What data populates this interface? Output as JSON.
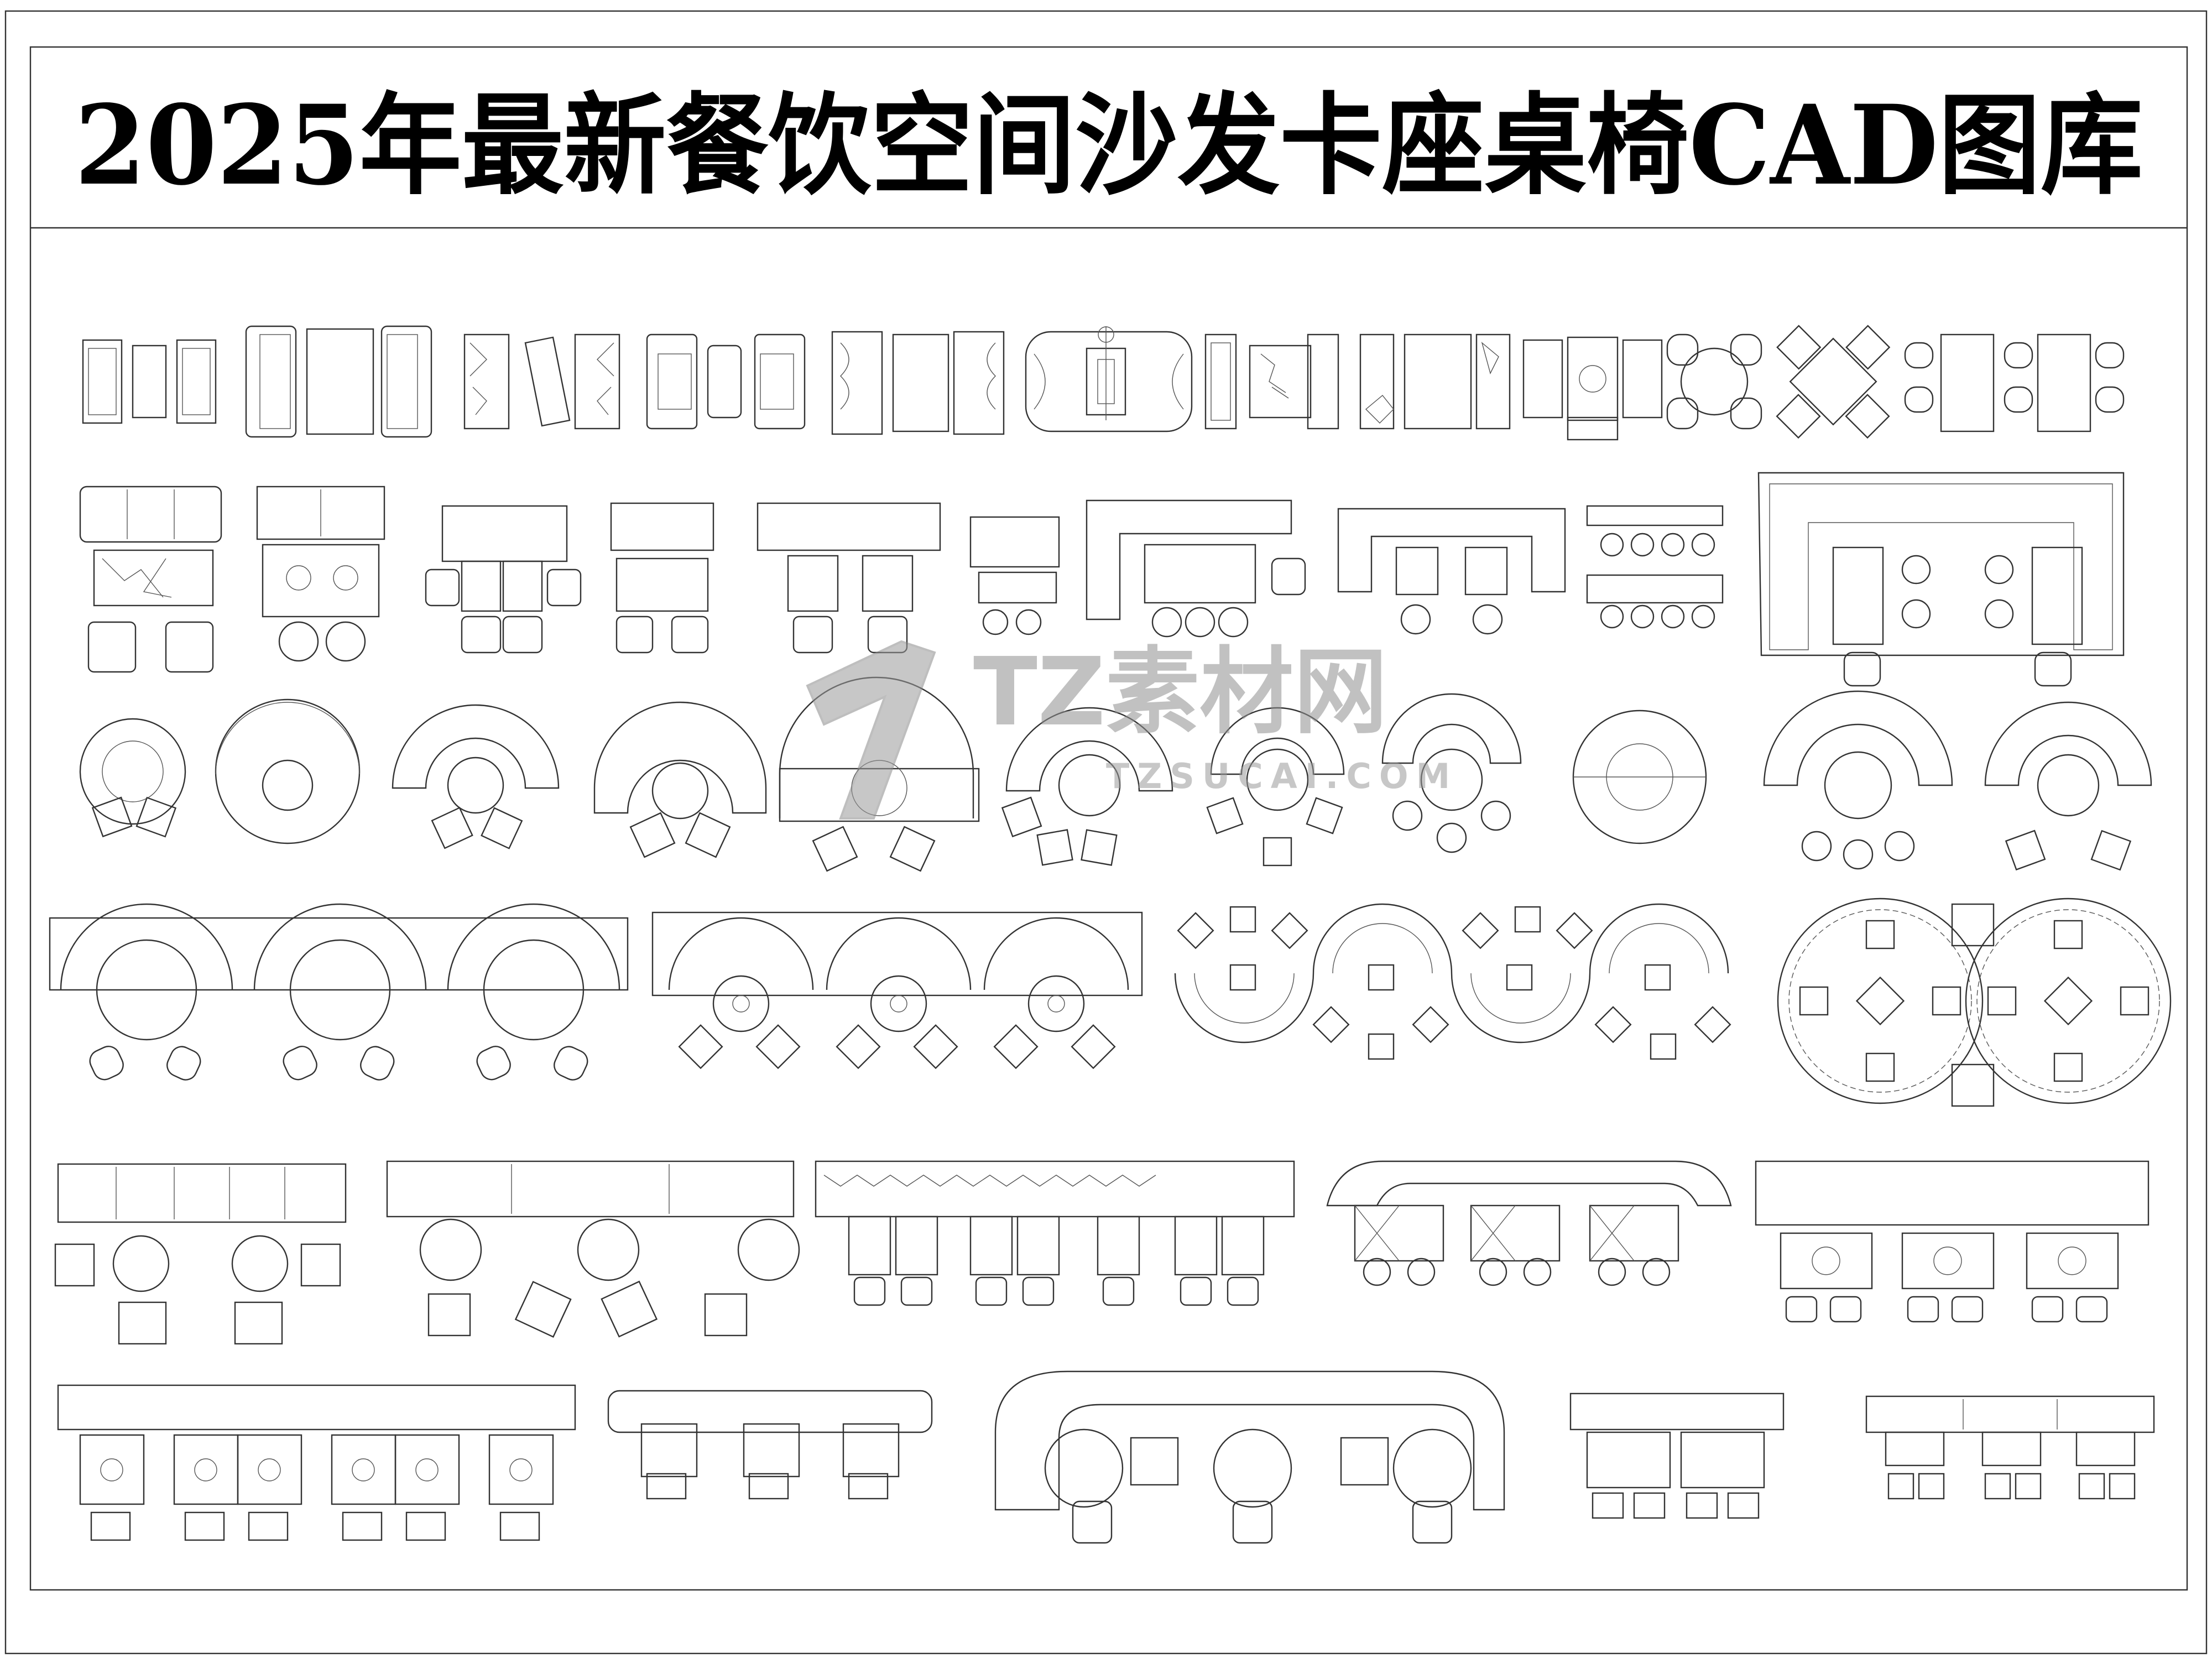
{
  "title": "2025年最新餐饮空间沙发卡座桌椅CAD图库",
  "watermark": {
    "brand": "TZ素材网",
    "url": "TZSUCAI.COM"
  },
  "sheet_description_rows": 6
}
